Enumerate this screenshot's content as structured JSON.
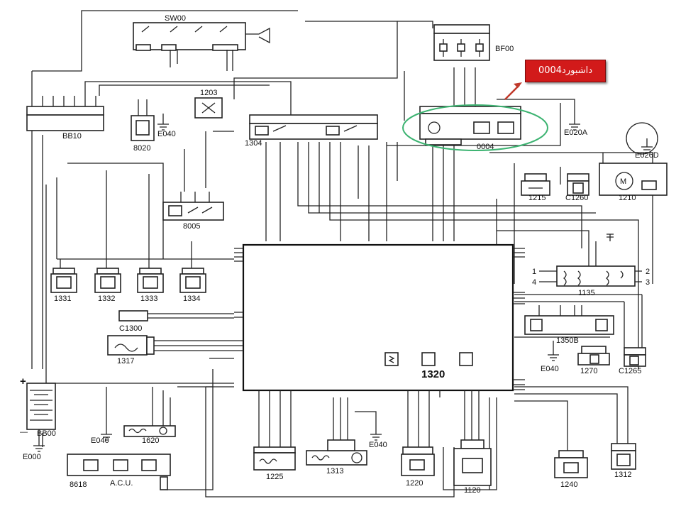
{
  "callout": {
    "text": "داشبورد0004"
  },
  "components": {
    "sw00": "SW00",
    "bf00": "BF00",
    "bb10": "BB10",
    "c8020": "8020",
    "e040_a": "E040",
    "c1203": "1203",
    "c1304": "1304",
    "c0004": "0004",
    "e020a": "E020A",
    "e026d": "E026D",
    "c1215": "1215",
    "c1260": "C1260",
    "c1210": "1210",
    "c8005": "8005",
    "c1331": "1331",
    "c1332": "1332",
    "c1333": "1333",
    "c1334": "1334",
    "c1135": "1135",
    "c1300": "C1300",
    "c1317": "1317",
    "c1320": "1320",
    "c1350b": "1350B",
    "e040_b": "E040",
    "c1270": "1270",
    "c1265": "C1265",
    "bb00": "BB00",
    "e000": "E000",
    "e040_c": "E040",
    "c1620": "1620",
    "c1225": "1225",
    "c1313": "1313",
    "e040_d": "E040",
    "c1220": "1220",
    "c1120": "1120",
    "c1240": "1240",
    "c1312": "1312",
    "c8618": "8618",
    "acu": "A.C.U.",
    "pin1": "1",
    "pin2": "2",
    "pin3": "3",
    "pin4": "4",
    "plus": "+",
    "minus": "—"
  },
  "colors": {
    "callout_bg": "#d21a1a",
    "highlight_ring": "#3cb371",
    "arrow": "#c0392b"
  }
}
